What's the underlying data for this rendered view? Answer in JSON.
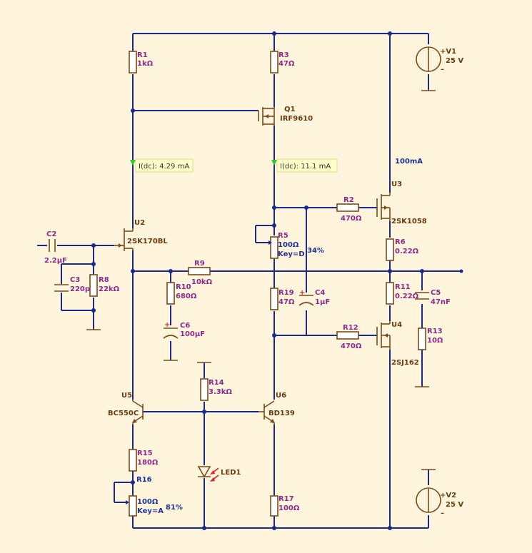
{
  "components": {
    "R1": {
      "ref": "R1",
      "value": "1kΩ"
    },
    "R3": {
      "ref": "R3",
      "value": "47Ω"
    },
    "Q1": {
      "ref": "Q1",
      "part": "IRF9610"
    },
    "V1": {
      "ref": "+V1",
      "value": "25 V"
    },
    "U2": {
      "ref": "U2",
      "part": "2SK170BL"
    },
    "U3": {
      "ref": "U3",
      "part": "2SK1058"
    },
    "C2": {
      "ref": "C2",
      "value": "2.2µF"
    },
    "C3": {
      "ref": "C3",
      "value": "220pF"
    },
    "R8": {
      "ref": "R8",
      "value": "22kΩ"
    },
    "R2": {
      "ref": "R2",
      "value": "470Ω"
    },
    "R5": {
      "ref": "R5",
      "value": "100Ω",
      "key": "Key=D",
      "percent": "34%"
    },
    "R6": {
      "ref": "R6",
      "value": "0.22Ω"
    },
    "R9": {
      "ref": "R9",
      "value": "10kΩ"
    },
    "R10": {
      "ref": "R10",
      "value": "680Ω"
    },
    "C6": {
      "ref": "C6",
      "value": "100µF"
    },
    "R19": {
      "ref": "R19",
      "value": "47Ω"
    },
    "C4": {
      "ref": "C4",
      "value": "1µF"
    },
    "R11": {
      "ref": "R11",
      "value": "0.22Ω"
    },
    "C5": {
      "ref": "C5",
      "value": "47nF"
    },
    "R12": {
      "ref": "R12",
      "value": "470Ω"
    },
    "U4": {
      "ref": "U4",
      "part": "2SJ162"
    },
    "R13": {
      "ref": "R13",
      "value": "10Ω"
    },
    "R14": {
      "ref": "R14",
      "value": "3.3kΩ"
    },
    "U5": {
      "ref": "U5",
      "part": "BC550C"
    },
    "U6": {
      "ref": "U6",
      "part": "BD139"
    },
    "R15": {
      "ref": "R15",
      "value": "180Ω"
    },
    "R16": {
      "ref": "R16",
      "value": "100Ω",
      "key": "Key=A",
      "percent": "81%"
    },
    "LED1": {
      "ref": "LED1"
    },
    "R17": {
      "ref": "R17",
      "value": "100Ω"
    },
    "V2": {
      "ref": "+V2",
      "value": "25 V"
    }
  },
  "probes": {
    "p1": "I(dc): 4.29 mA",
    "p2": "I(dc): 11.1 mA"
  },
  "annotation_current": "100mA",
  "colors": {
    "background": "#fff5dc",
    "wire": "#1a2a8c",
    "component": "#7a4a1a",
    "reference": "#8b2a8b",
    "potentiometer_label": "#1e3296",
    "probe_arrow": "#2ec82e",
    "led_arrow": "#e02020"
  }
}
